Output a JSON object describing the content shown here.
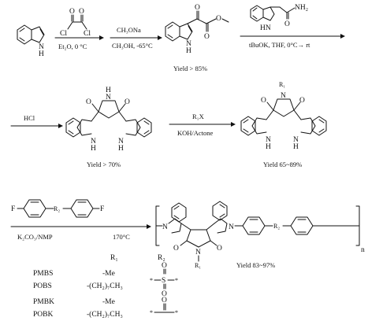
{
  "step1": {
    "reagent_left": "Cl",
    "reagent_right": "Cl",
    "reagent_o1": "O",
    "reagent_o2": "O",
    "condition": "Et₂O, 0 °C",
    "indole_nh": "N",
    "indole_h": "H"
  },
  "step2": {
    "above": "CH₃ONa",
    "below": "CH₃OH, -65°C",
    "yield": "Yield > 85%",
    "product_nh": "N",
    "product_h": "H",
    "ester_o1": "O",
    "ester_o2": "O",
    "ester_o3": "O"
  },
  "step3": {
    "reagent_nh": "HN",
    "reagent_amide": "NH₂",
    "reagent_o": "O",
    "condition": "tBuOK, THF, 0°C→ rt"
  },
  "step4": {
    "reagent": "HCl",
    "yield": "Yield > 70%",
    "imide_n": "N",
    "imide_h": "H",
    "o_left": "O",
    "o_right": "O",
    "nh_left": "N",
    "h_left": "H",
    "nh_right": "N",
    "h_right": "H"
  },
  "step5": {
    "above": "R₁X",
    "below": "KOH/Actone",
    "yield": "Yield 65~89%",
    "r1": "R₁",
    "imide_n": "N",
    "o_left": "O",
    "o_right": "O",
    "nh_left": "N",
    "h_left": "H",
    "nh_right": "N",
    "h_right": "H"
  },
  "step6": {
    "monomer_f1": "F",
    "monomer_f2": "F",
    "monomer_r2": "R₂",
    "condition_left": "K₂CO₃/NMP",
    "condition_right": "170°C",
    "polymer_n1": "N",
    "polymer_n2": "N",
    "polymer_n_imide": "N",
    "polymer_r1": "R₁",
    "polymer_o1": "O",
    "polymer_o2": "O",
    "polymer_r2": "R₂",
    "subscript_n": "n",
    "yield": "Yield 83~97%"
  },
  "table": {
    "header_r1": "R₁",
    "header_r2": "R₂",
    "rows": [
      {
        "name": "PMBS",
        "r1": "-Me"
      },
      {
        "name": "POBS",
        "r1": "-(CH₂)₇CH₃"
      },
      {
        "name": "PMBK",
        "r1": "-Me"
      },
      {
        "name": "POBK",
        "r1": "-(CH₂)₇CH₃"
      }
    ],
    "sulfone_s": "S",
    "sulfone_o_top": "O",
    "sulfone_o_bottom": "O",
    "ketone_o": "O",
    "star": "*"
  }
}
